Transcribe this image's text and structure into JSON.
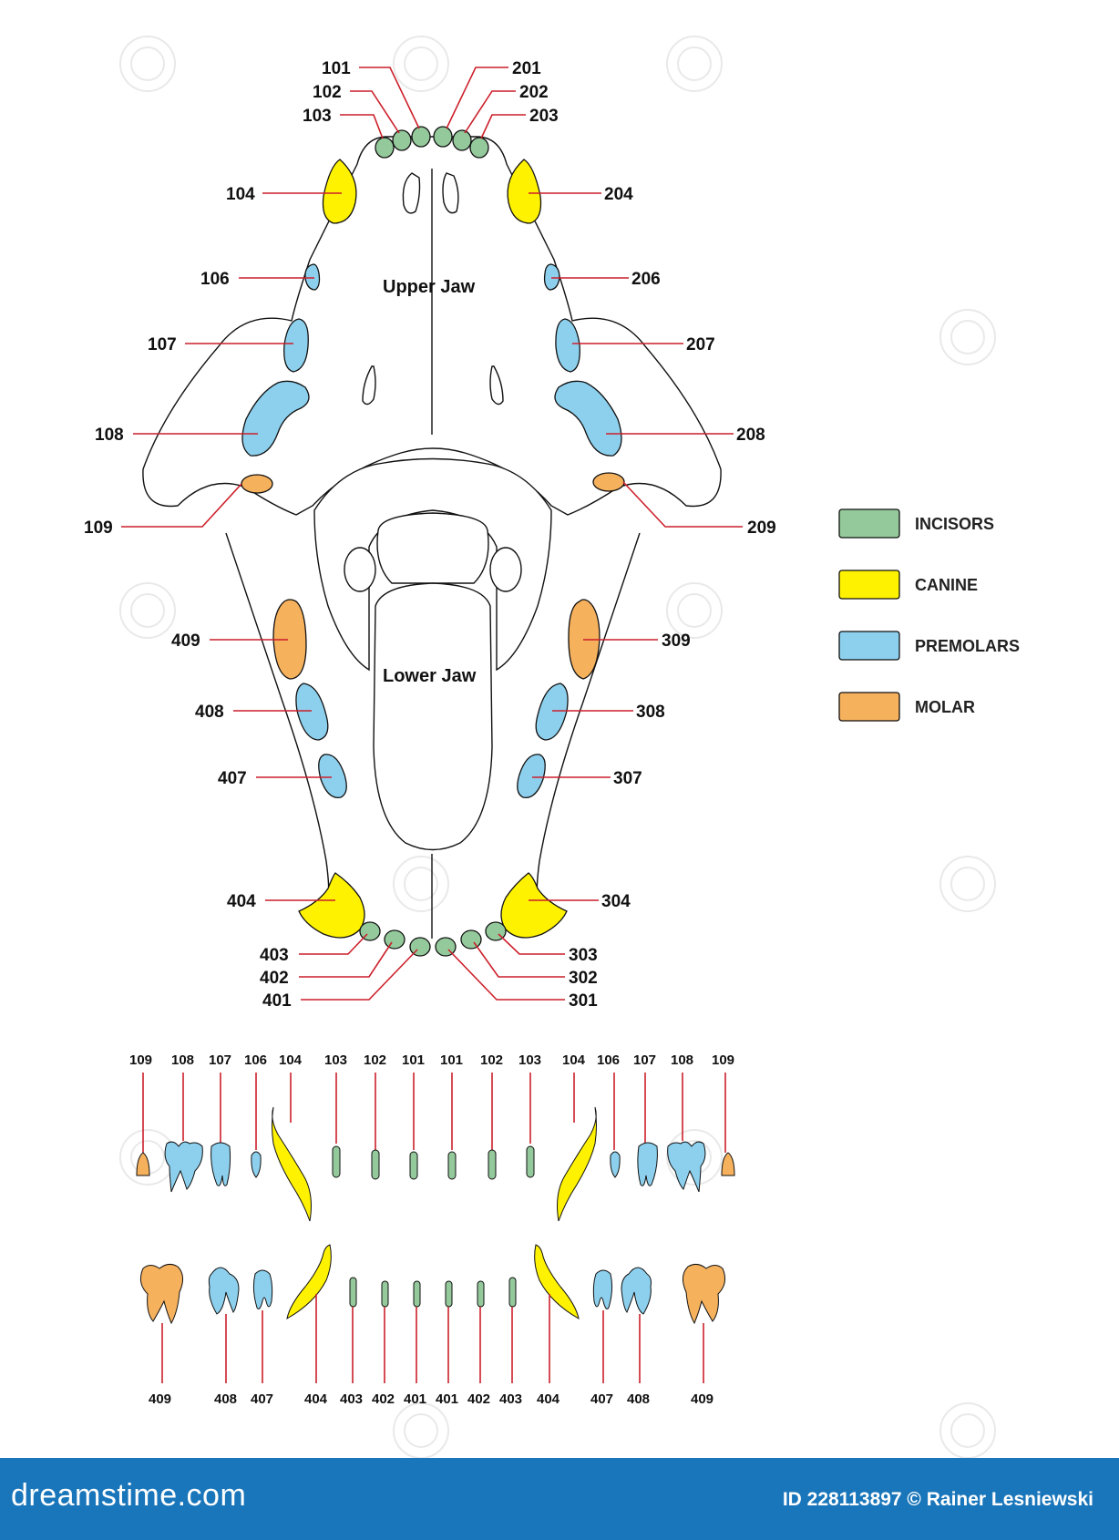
{
  "labels": {
    "upper_jaw": "Upper Jaw",
    "lower_jaw": "Lower Jaw"
  },
  "legend": [
    {
      "label": "INCISORS",
      "color": "#94c99b"
    },
    {
      "label": "CANINE",
      "color": "#fff200"
    },
    {
      "label": "PREMOLARS",
      "color": "#8dd0ee"
    },
    {
      "label": "MOLAR",
      "color": "#f6b15d"
    }
  ],
  "callouts": {
    "upper_left": [
      "101",
      "102",
      "103",
      "104",
      "106",
      "107",
      "108",
      "109"
    ],
    "upper_right": [
      "201",
      "202",
      "203",
      "204",
      "206",
      "207",
      "208",
      "209"
    ],
    "lower_left": [
      "409",
      "408",
      "407",
      "404",
      "403",
      "402",
      "401"
    ],
    "lower_right": [
      "309",
      "308",
      "307",
      "304",
      "303",
      "302",
      "301"
    ]
  },
  "side_view": {
    "upper_row": [
      "109",
      "108",
      "107",
      "106",
      "104",
      "103",
      "102",
      "101",
      "101",
      "102",
      "103",
      "104",
      "106",
      "107",
      "108",
      "109"
    ],
    "lower_row": [
      "409",
      "408",
      "407",
      "404",
      "403",
      "402",
      "401",
      "401",
      "402",
      "403",
      "404",
      "407",
      "408",
      "409"
    ]
  },
  "footer": {
    "brand": "dreamstime.com",
    "credit": "ID 228113897 © Rainer Lesniewski"
  }
}
